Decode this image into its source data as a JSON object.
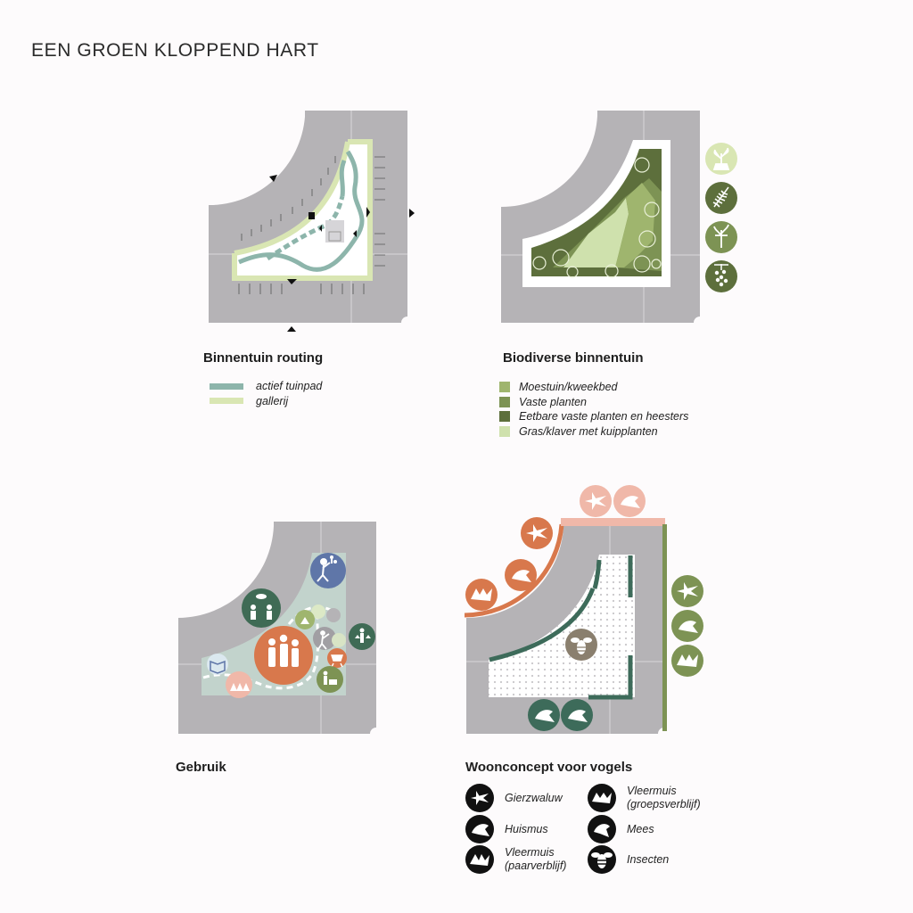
{
  "page": {
    "title": "EEN GROEN KLOPPEND HART"
  },
  "routing": {
    "title": "Binnentuin routing",
    "legend": [
      {
        "label": "actief tuinpad",
        "color": "#8db5ab"
      },
      {
        "label": "gallerij",
        "color": "#d9e6b3"
      }
    ]
  },
  "biodiverse": {
    "title": "Biodiverse binnentuin",
    "legend": [
      {
        "label": "Moestuin/kweekbed",
        "color": "#9fb56e"
      },
      {
        "label": "Vaste planten",
        "color": "#7d9354"
      },
      {
        "label": "Eetbare vaste planten en heesters",
        "color": "#5d6f3c"
      },
      {
        "label": "Gras/klaver met kuipplanten",
        "color": "#cfe1ad"
      }
    ],
    "icons": [
      "seedling-icon",
      "fern-icon",
      "sprout-icon",
      "berries-icon"
    ]
  },
  "gebruik": {
    "title": "Gebruik"
  },
  "vogels": {
    "title": "Woonconcept voor vogels",
    "legend": [
      {
        "label": "Gierzwaluw",
        "icon": "swift-icon"
      },
      {
        "label": "Vleermuis (groepsverblijf)",
        "label_line1": "Vleermuis",
        "label_line2": "(groepsverblijf)",
        "icon": "bat-group-icon"
      },
      {
        "label": "Huismus",
        "icon": "sparrow-icon"
      },
      {
        "label": "Mees",
        "icon": "tit-icon"
      },
      {
        "label": "Vleermuis (paarverblijf)",
        "label_line1": "Vleermuis",
        "label_line2": "(paarverblijf)",
        "icon": "bat-pair-icon"
      },
      {
        "label": "Insecten",
        "icon": "bee-icon"
      }
    ]
  },
  "colors": {
    "road": "#b5b3b6",
    "green_dark": "#4e7a5e",
    "green_mid": "#7d9354",
    "orange": "#d8784c",
    "pink": "#f0b8a9",
    "slate": "#5f76a8"
  }
}
